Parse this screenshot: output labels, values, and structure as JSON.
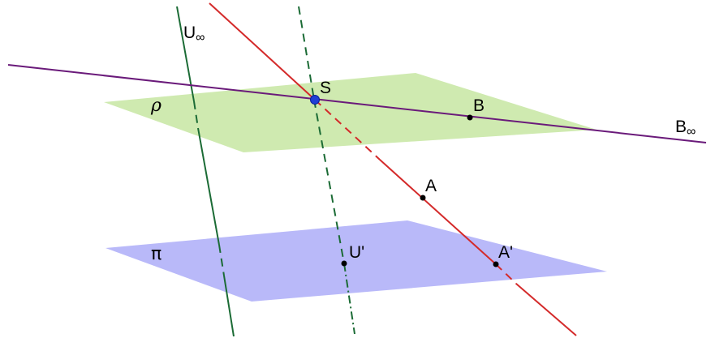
{
  "planes": {
    "rho": {
      "label": "ρ",
      "color": "#cfeab0"
    },
    "pi": {
      "label": "π",
      "color": "#b9b9f9"
    }
  },
  "lines": {
    "u_inf": {
      "label": "U",
      "subscript": "∞",
      "color": "#1b6b35"
    },
    "b_inf": {
      "label": "B",
      "subscript": "∞",
      "color": "#6a1a7a"
    },
    "sa": {
      "color": "#d42a2a"
    },
    "su": {
      "color": "#1b6b35"
    }
  },
  "points": {
    "S": {
      "label": "S",
      "color": "#1f3fd6"
    },
    "B": {
      "label": "B"
    },
    "A": {
      "label": "A"
    },
    "A_prime": {
      "label": "A'"
    },
    "U_prime": {
      "label": "U'"
    }
  }
}
